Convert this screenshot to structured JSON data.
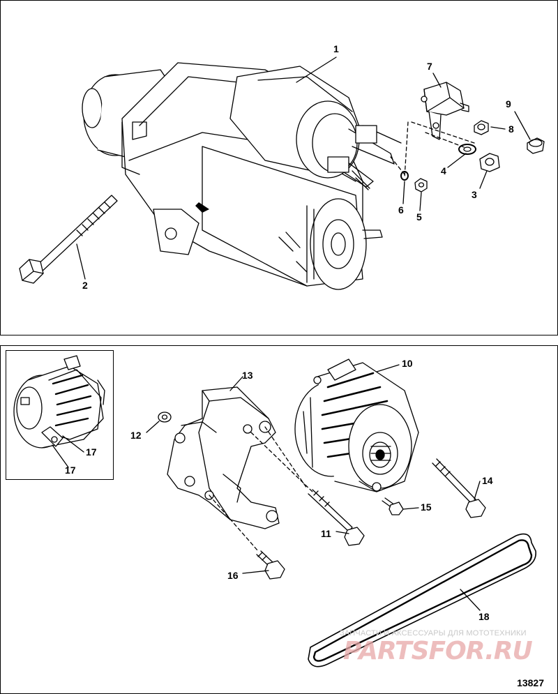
{
  "callouts": {
    "c1": "1",
    "c2": "2",
    "c3": "3",
    "c4": "4",
    "c5": "5",
    "c6": "6",
    "c7": "7",
    "c8": "8",
    "c9": "9",
    "c10": "10",
    "c11": "11",
    "c12": "12",
    "c13": "13",
    "c14": "14",
    "c15": "15",
    "c16": "16",
    "c17a": "17",
    "c17b": "17",
    "c18": "18"
  },
  "figure_number": "13827",
  "watermark": {
    "caption": "ЗАПЧАСТИ И АКСЕССУАРЫ ДЛЯ МОТОТЕХНИКИ",
    "logo": "PARTSFOR.RU"
  }
}
